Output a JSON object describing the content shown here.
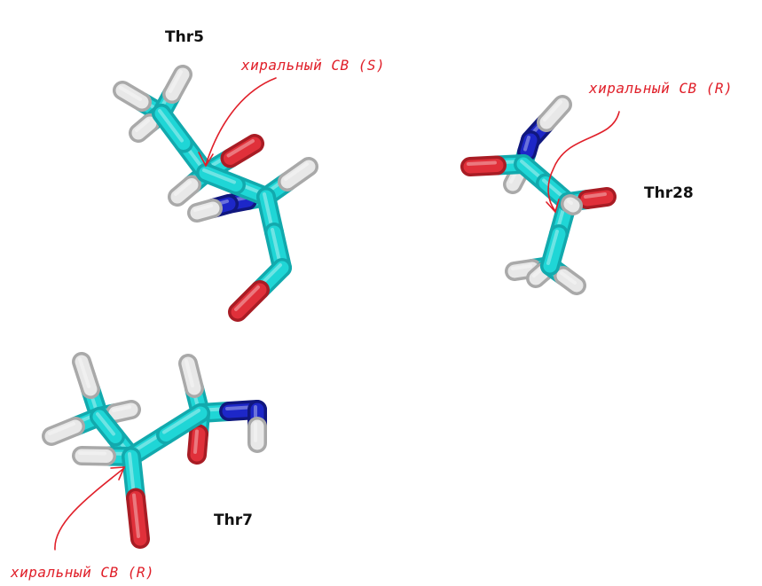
{
  "colors": {
    "carbon": "#1fd6d6",
    "carbon_shade": "#12a9ad",
    "hydrogen": "#e8e8e8",
    "hydrogen_shade": "#a9a9a9",
    "oxygen": "#e0303a",
    "oxygen_shade": "#a81c24",
    "nitrogen": "#1d27c8",
    "nitrogen_shade": "#10177e",
    "annotation": "#e0202a",
    "label": "#111111"
  },
  "residues": [
    {
      "id": "thr5",
      "label": "Thr5"
    },
    {
      "id": "thr28",
      "label": "Thr28"
    },
    {
      "id": "thr7",
      "label": "Thr7"
    }
  ],
  "annotations": [
    {
      "id": "thr5",
      "text": "хиральный CB (S)"
    },
    {
      "id": "thr28",
      "text": "хиральный CB (R)"
    },
    {
      "id": "thr7",
      "text": "хиральный CB (R)"
    }
  ]
}
